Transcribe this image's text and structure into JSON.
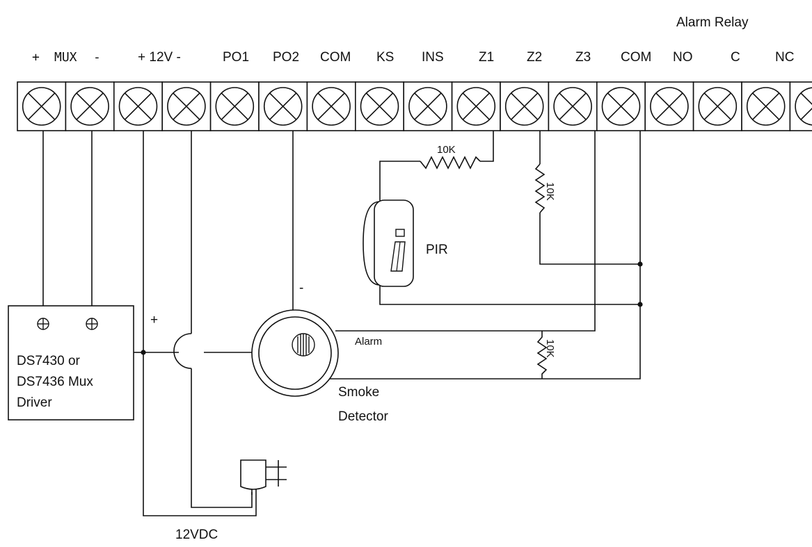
{
  "header": {
    "relay_title": "Alarm Relay"
  },
  "terminals": [
    {
      "label": "+"
    },
    {
      "label": "MUX"
    },
    {
      "label": "-"
    },
    {
      "label": "+ 12V -"
    },
    {
      "label": "PO1"
    },
    {
      "label": "PO2"
    },
    {
      "label": "COM"
    },
    {
      "label": "KS"
    },
    {
      "label": "INS"
    },
    {
      "label": "Z1"
    },
    {
      "label": "Z2"
    },
    {
      "label": "Z3"
    },
    {
      "label": "COM"
    },
    {
      "label": "NO"
    },
    {
      "label": "C"
    },
    {
      "label": "NC"
    }
  ],
  "components": {
    "resistor_z1": "10K",
    "resistor_z2": "10K",
    "resistor_z3": "10K",
    "pir": "PIR",
    "smoke_minus": "-",
    "smoke_alarm": "Alarm",
    "smoke_line1": "Smoke",
    "smoke_line2": "Detector",
    "mux_plus": "+",
    "mux_line1": "DS7430 or",
    "mux_line2": "DS7436 Mux",
    "mux_line3": "Driver",
    "supply": "12VDC"
  }
}
